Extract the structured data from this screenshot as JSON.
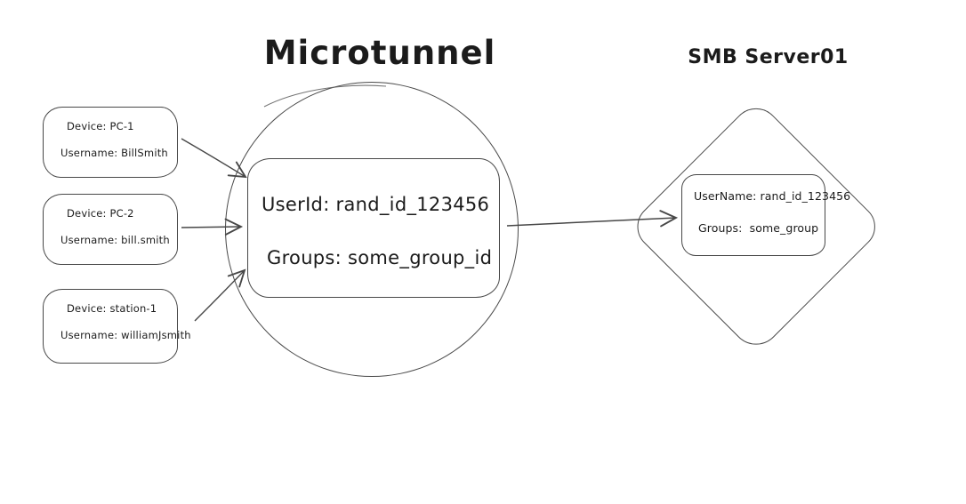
{
  "diagram": {
    "title": "Microtunnel",
    "server_label": "SMB Server01",
    "devices": [
      {
        "device": "Device: PC-1",
        "username": "Username: BillSmith"
      },
      {
        "device": "Device: PC-2",
        "username": "Username: bill.smith"
      },
      {
        "device": "Device: station-1",
        "username": "Username: williamJsmith"
      }
    ],
    "tunnel_identity": {
      "user_id": "UserId: rand_id_123456",
      "groups": "Groups: some_group_id"
    },
    "server_identity": {
      "user_name": "UserName: rand_id_123456",
      "groups": "Groups:  some_group"
    },
    "connectors": [
      {
        "from": "device-pc-1",
        "to": "tunnel-identity-card"
      },
      {
        "from": "device-pc-2",
        "to": "tunnel-identity-card"
      },
      {
        "from": "device-station-1",
        "to": "tunnel-identity-card"
      },
      {
        "from": "microtunnel-circle",
        "to": "smb-server-identity-card"
      }
    ],
    "nodes": {
      "tunnel": {
        "shape": "ellipse"
      },
      "server": {
        "shape": "diamond"
      }
    },
    "colors": {
      "background": "#ffffff",
      "stroke": "#474747",
      "text": "#1b1b1b"
    }
  }
}
